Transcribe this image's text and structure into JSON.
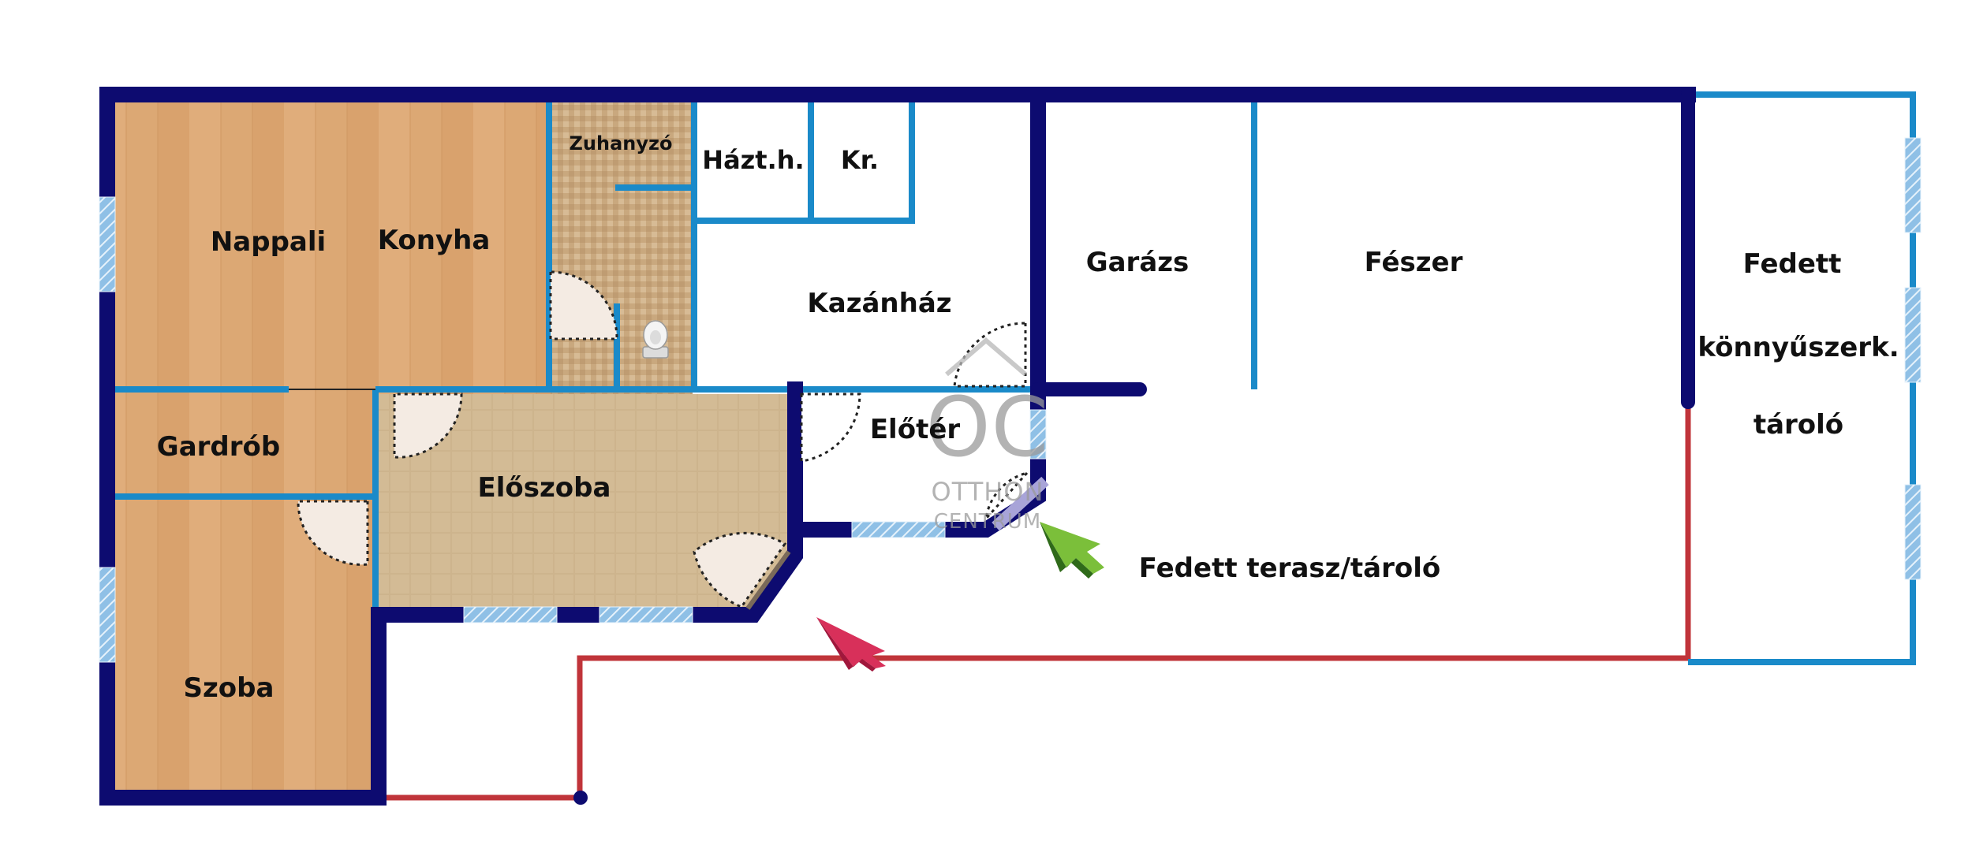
{
  "colors": {
    "exterior_wall": "#0d0b70",
    "interior_wall": "#1a8ac9",
    "boundary_line": "#c0343a",
    "wood_floor": "#dca874",
    "tile_floor": "#cdb48d",
    "mosaic_floor": "#c9a87e",
    "window": "#8fc0e6",
    "arrow_green": "#7bbf3a",
    "arrow_green_dark": "#2f6a1a",
    "arrow_red": "#d8305a"
  },
  "rooms": {
    "nappali": "Nappali",
    "konyha": "Konyha",
    "zuhanyzo": "Zuhanyzó",
    "haztartasi": "Házt.h.",
    "kamra": "Kr.",
    "kazanhaz": "Kazánház",
    "garazs": "Garázs",
    "feszer": "Fészer",
    "fedett_line1": "Fedett",
    "fedett_line2": "könnyűszerk.",
    "fedett_line3": "tároló",
    "gardrob": "Gardrób",
    "eloszoba": "Előszoba",
    "eloter": "Előtér",
    "szoba": "Szoba",
    "terasz": "Fedett terasz/tároló"
  },
  "watermark": {
    "logo": "OC",
    "line1": "OTTHON",
    "line2": "CENTRUM"
  },
  "icons": {
    "toilet": "toilet-icon",
    "entrance_main": "entrance-arrow-icon",
    "entrance_side": "side-entrance-arrow-icon"
  }
}
